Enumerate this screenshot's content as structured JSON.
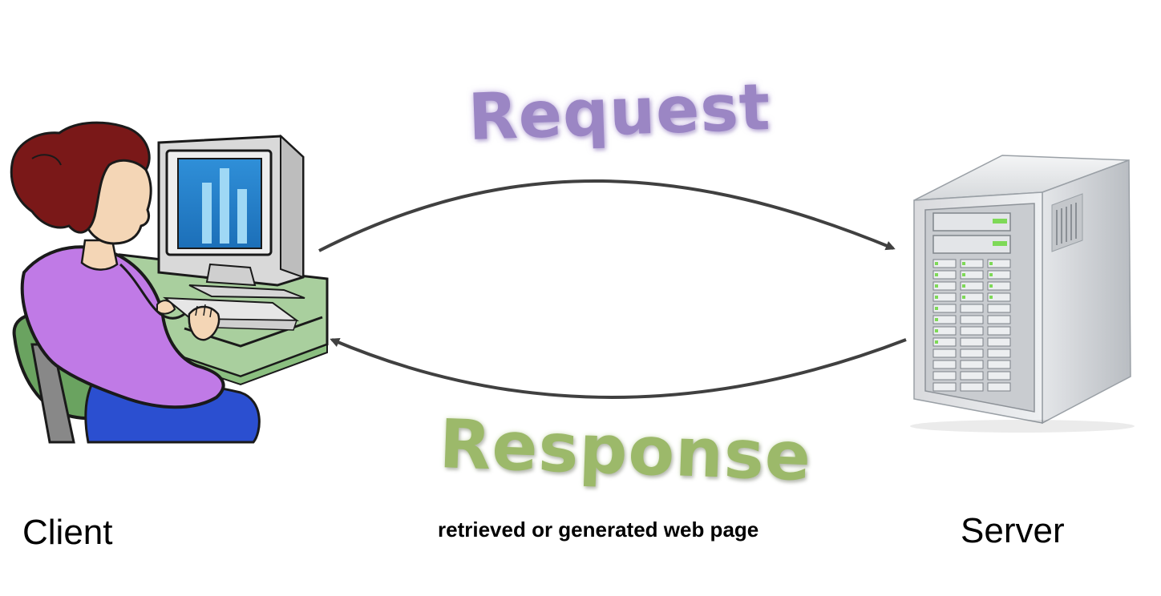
{
  "diagram": {
    "request_word": "Request",
    "response_word": "Response",
    "response_caption": "retrieved or generated web page",
    "client_label": "Client",
    "server_label": "Server"
  },
  "icons": {
    "client": "person-at-computer-icon",
    "server": "server-tower-icon"
  },
  "colors": {
    "request": "#9b86c4",
    "response": "#9cb96a",
    "arrow": "#404040"
  }
}
